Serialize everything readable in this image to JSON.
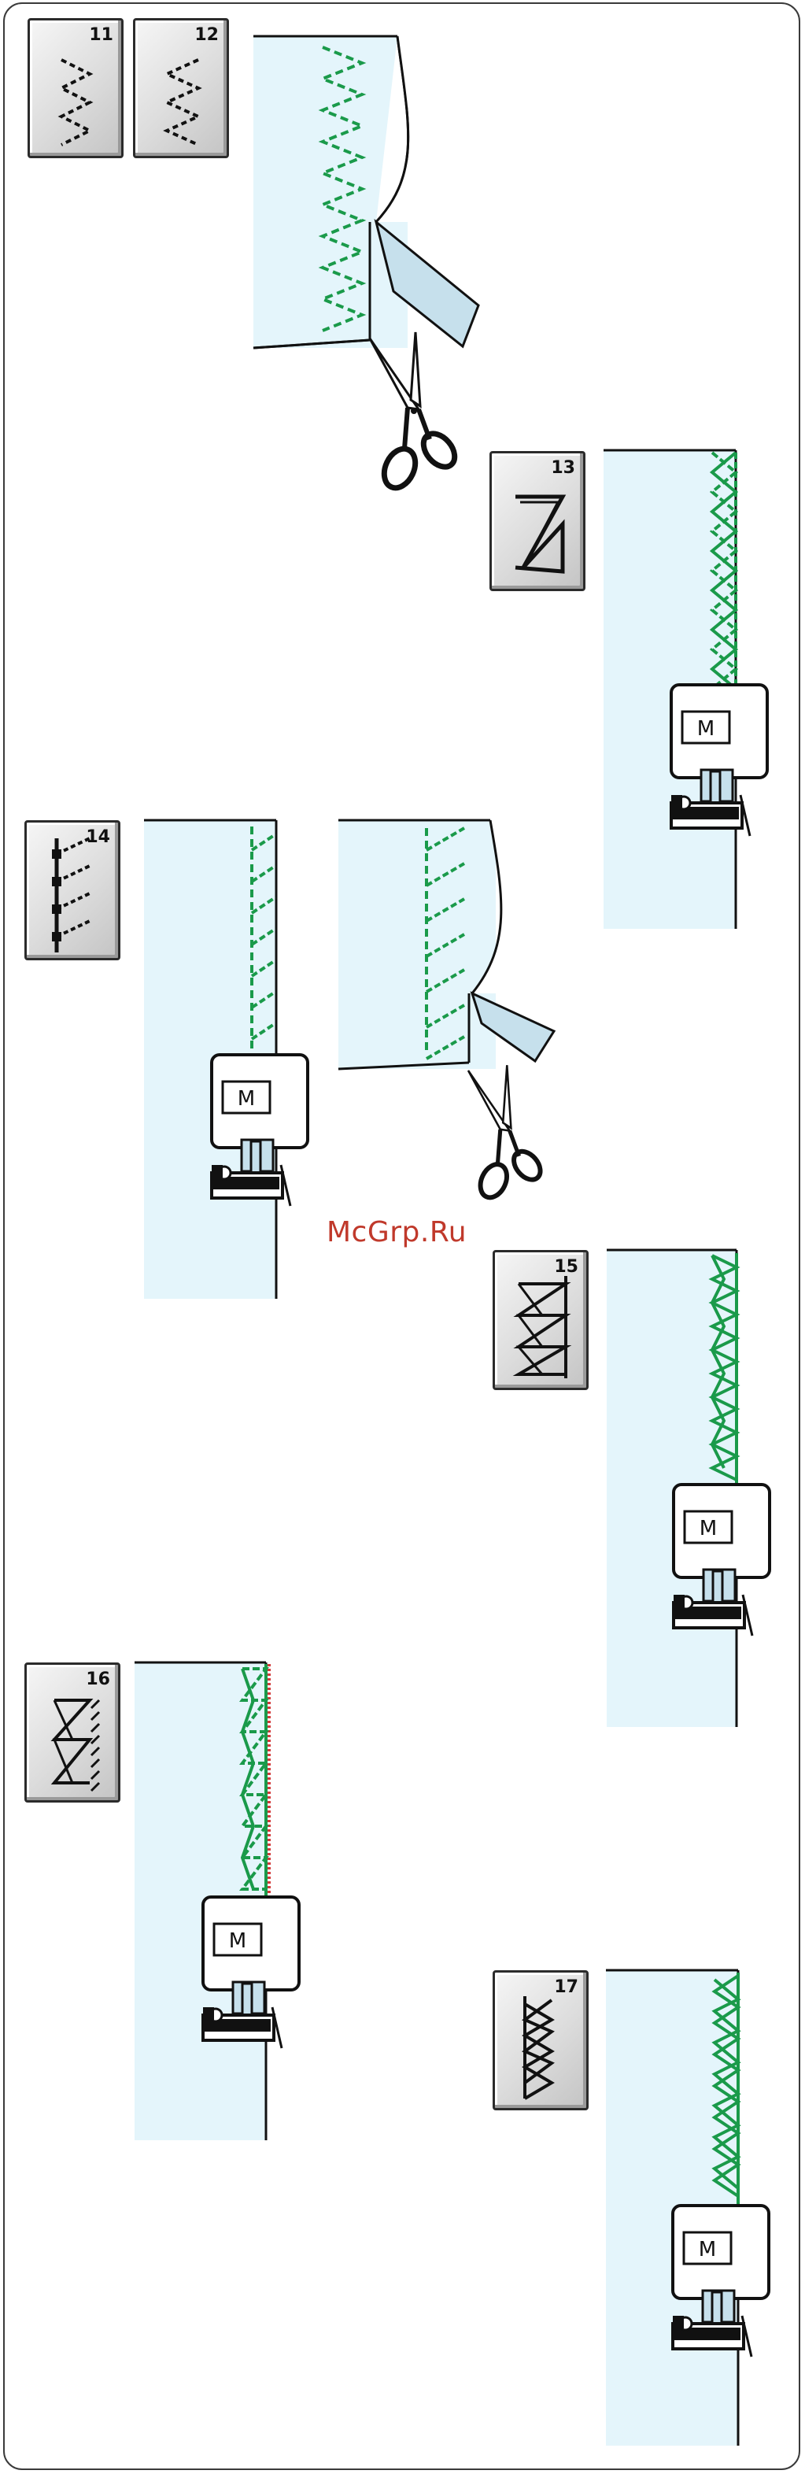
{
  "page": {
    "watermark": "McGrp.Ru",
    "colors": {
      "fabric": "#e4f5fb",
      "stitch": "#1a9a4a",
      "overlock_red": "#d23a3a",
      "outline": "#111111",
      "button_face": "#d9d9d9"
    }
  },
  "patterns": [
    {
      "number": "11",
      "icon": "zigzag-dashed-narrow-icon"
    },
    {
      "number": "12",
      "icon": "zigzag-dashed-wide-icon"
    },
    {
      "number": "13",
      "icon": "triple-overcast-zigzag-icon"
    },
    {
      "number": "14",
      "icon": "blanket-edge-stitch-icon"
    },
    {
      "number": "15",
      "icon": "overlock-zigzag-icon"
    },
    {
      "number": "16",
      "icon": "overlock-hatched-icon"
    },
    {
      "number": "17",
      "icon": "cross-stitch-edge-icon"
    }
  ],
  "presser_foot": {
    "label": "M",
    "icon": "presser-foot-m-icon"
  },
  "tools": {
    "scissors_icon": "scissors-icon"
  }
}
